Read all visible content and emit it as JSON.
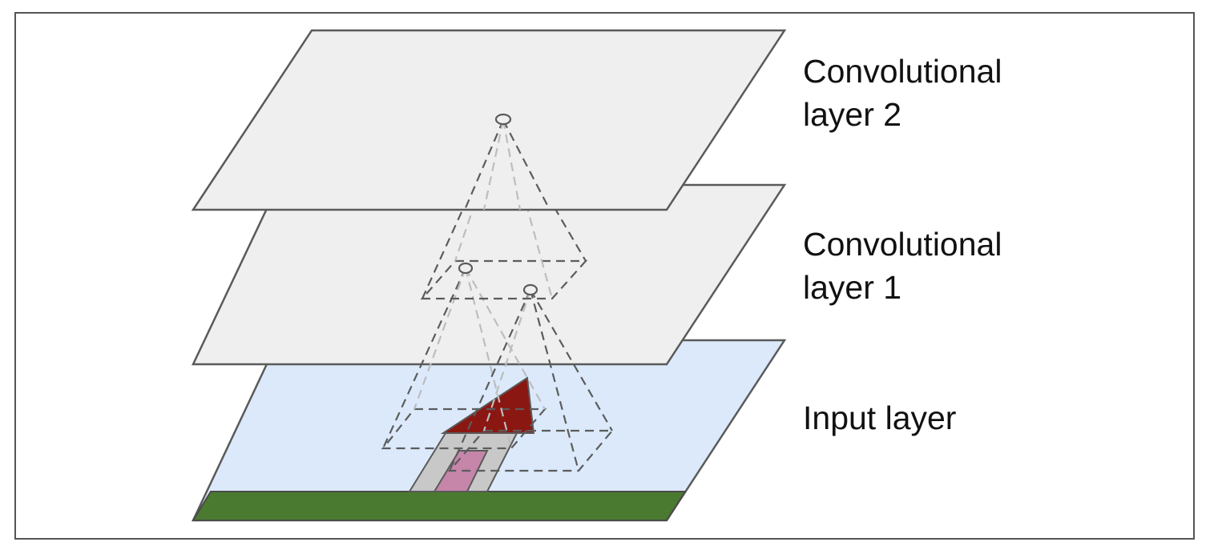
{
  "labels": {
    "conv2_line1": "Convolutional",
    "conv2_line2": "layer 2",
    "conv1_line1": "Convolutional",
    "conv1_line2": "layer 1",
    "input": "Input layer"
  },
  "colors": {
    "frame_border": "#555555",
    "layer_fill": "#efefef",
    "layer_stroke": "#5a5a5a",
    "input_fill": "#dbe9fb",
    "grass": "#4a7a2f",
    "roof": "#8b1712",
    "wall": "#c8c8c8",
    "door": "#c586a9",
    "dash_dark": "#5c5c5c",
    "dash_light": "#bdbdbd"
  }
}
